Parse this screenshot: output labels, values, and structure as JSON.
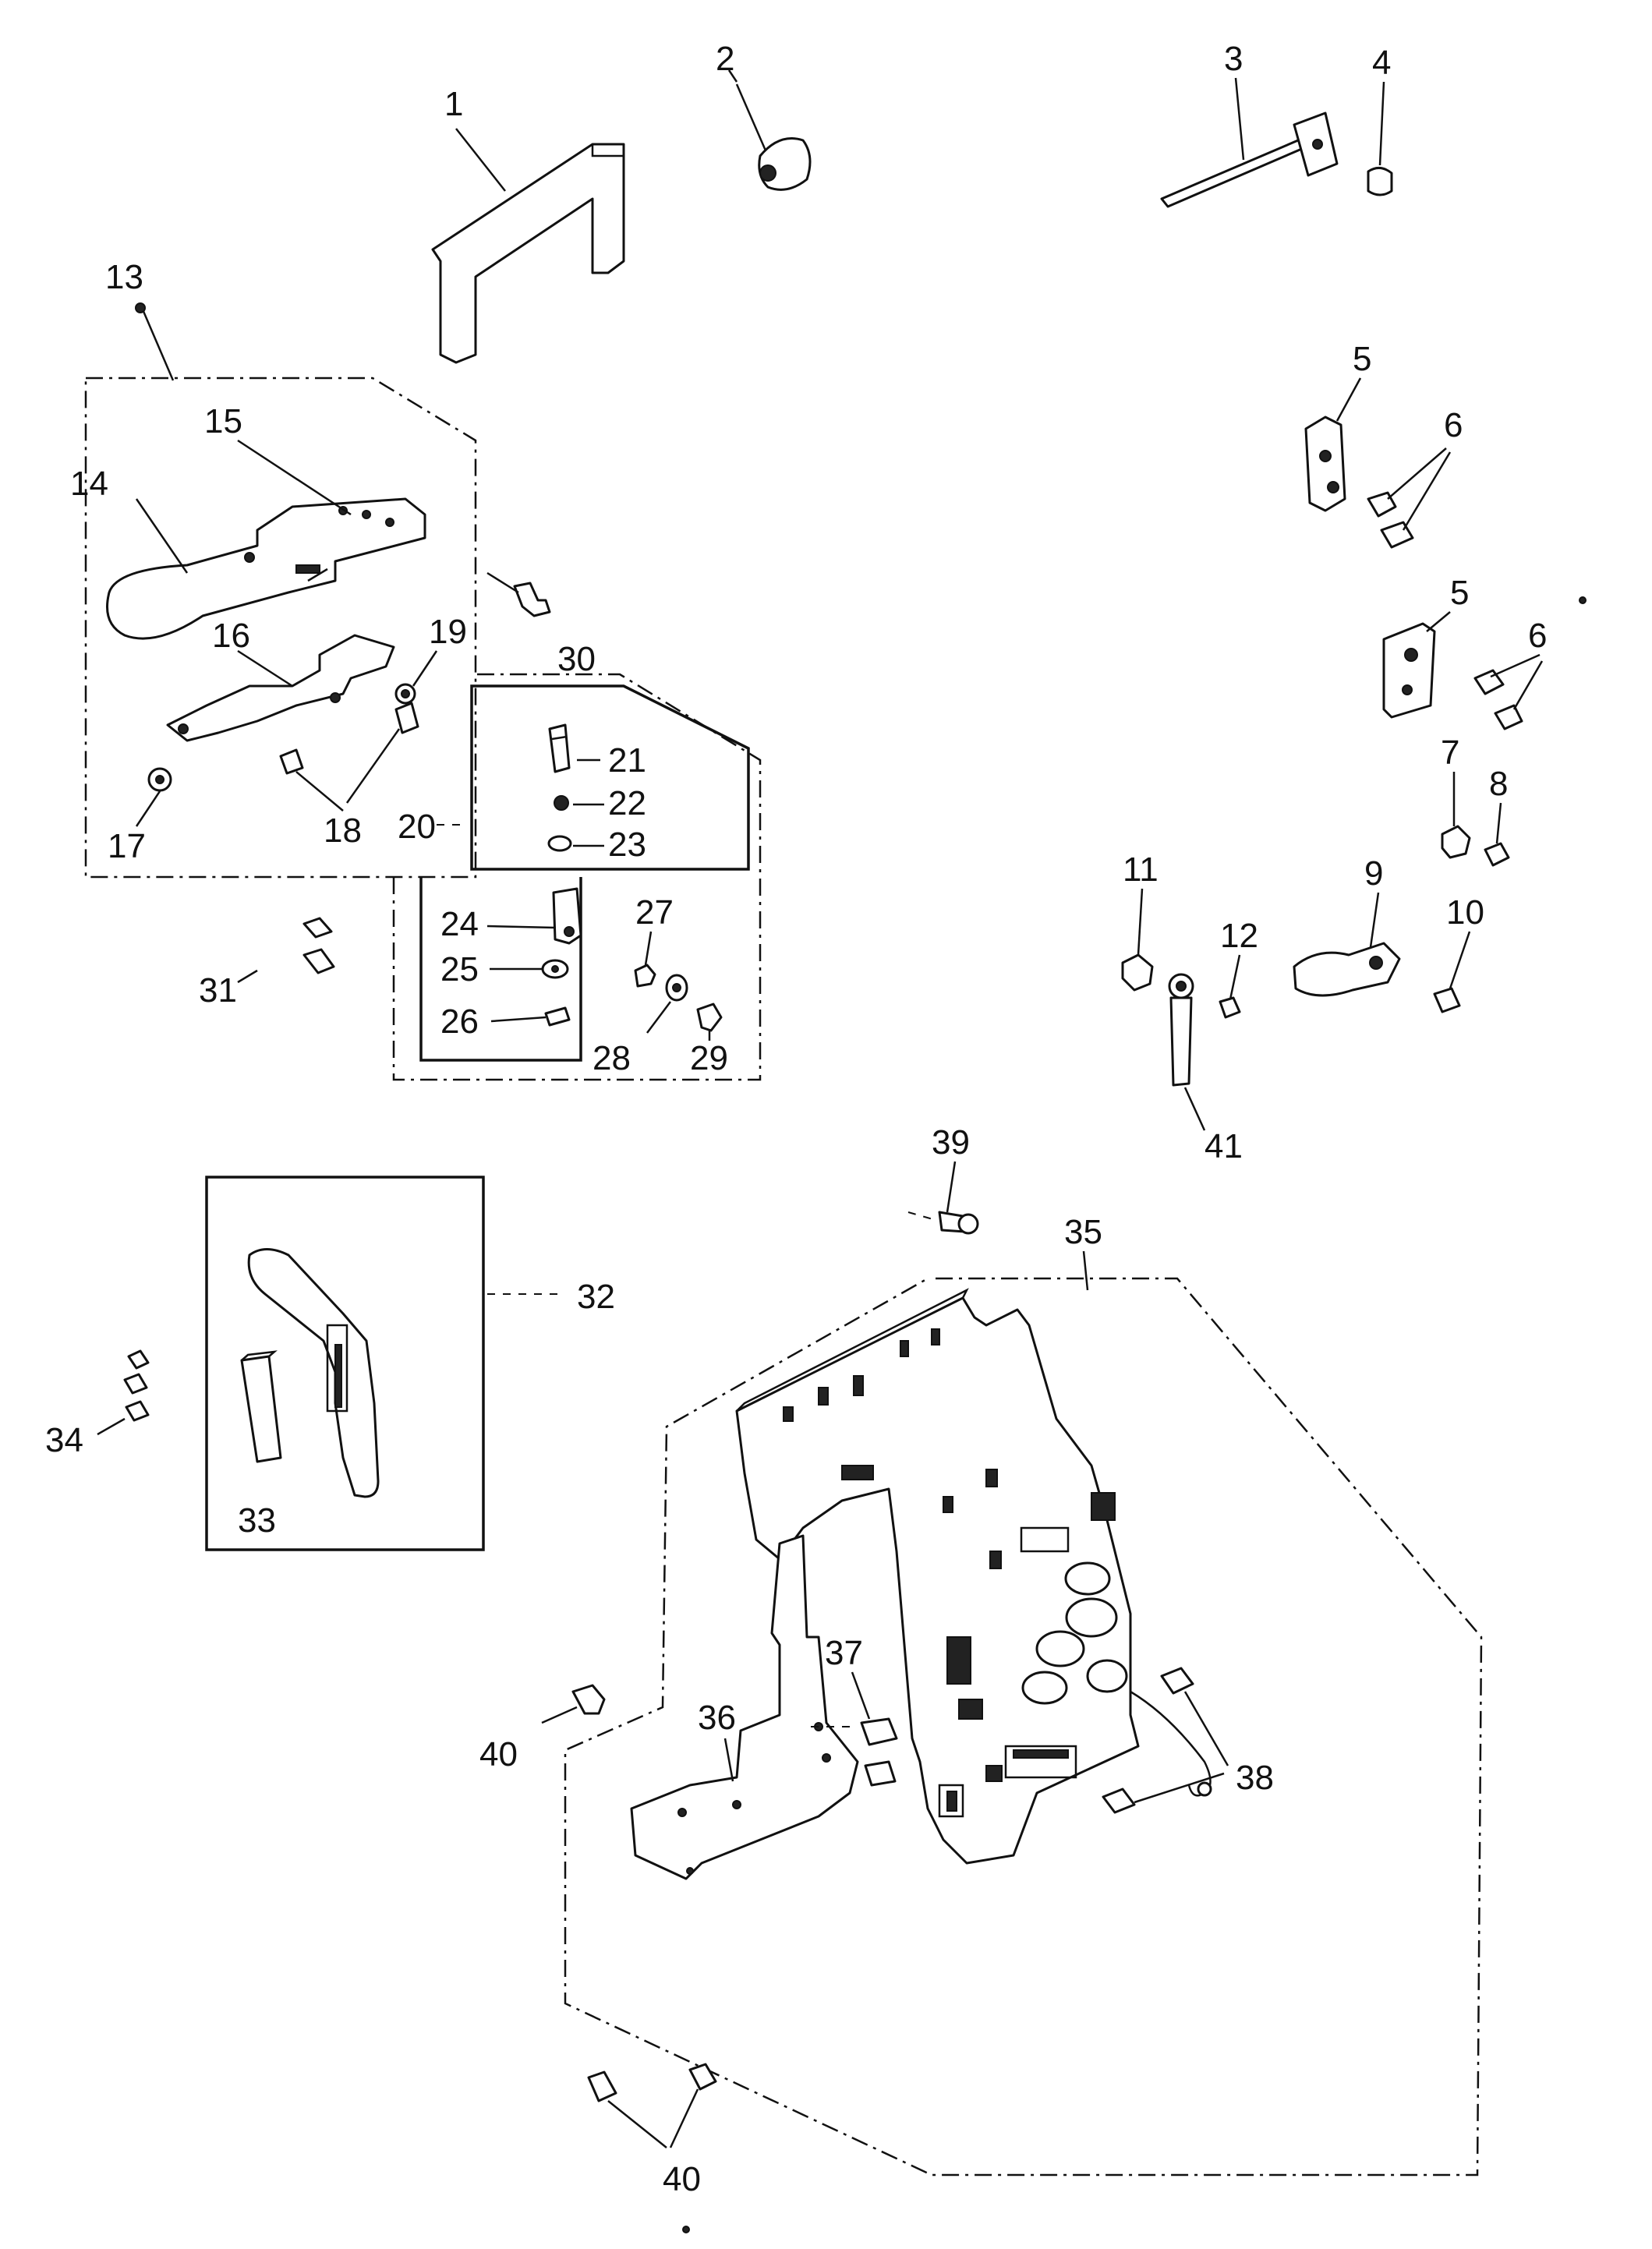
{
  "diagram": {
    "part_numbers": [
      {
        "id": "1",
        "label": "1"
      },
      {
        "id": "2",
        "label": "2"
      },
      {
        "id": "3",
        "label": "3"
      },
      {
        "id": "4",
        "label": "4"
      },
      {
        "id": "5a",
        "label": "5"
      },
      {
        "id": "6a",
        "label": "6"
      },
      {
        "id": "5b",
        "label": "5"
      },
      {
        "id": "6b",
        "label": "6"
      },
      {
        "id": "7",
        "label": "7"
      },
      {
        "id": "8",
        "label": "8"
      },
      {
        "id": "9",
        "label": "9"
      },
      {
        "id": "10",
        "label": "10"
      },
      {
        "id": "11",
        "label": "11"
      },
      {
        "id": "12",
        "label": "12"
      },
      {
        "id": "13",
        "label": "13"
      },
      {
        "id": "14",
        "label": "14"
      },
      {
        "id": "15",
        "label": "15"
      },
      {
        "id": "16",
        "label": "16"
      },
      {
        "id": "17",
        "label": "17"
      },
      {
        "id": "18",
        "label": "18"
      },
      {
        "id": "19",
        "label": "19"
      },
      {
        "id": "20",
        "label": "20"
      },
      {
        "id": "21",
        "label": "21"
      },
      {
        "id": "22",
        "label": "22"
      },
      {
        "id": "23",
        "label": "23"
      },
      {
        "id": "24",
        "label": "24"
      },
      {
        "id": "25",
        "label": "25"
      },
      {
        "id": "26",
        "label": "26"
      },
      {
        "id": "27",
        "label": "27"
      },
      {
        "id": "28",
        "label": "28"
      },
      {
        "id": "29",
        "label": "29"
      },
      {
        "id": "30",
        "label": "30"
      },
      {
        "id": "31",
        "label": "31"
      },
      {
        "id": "32",
        "label": "32"
      },
      {
        "id": "33",
        "label": "33"
      },
      {
        "id": "34",
        "label": "34"
      },
      {
        "id": "35",
        "label": "35"
      },
      {
        "id": "36",
        "label": "36"
      },
      {
        "id": "37",
        "label": "37"
      },
      {
        "id": "38",
        "label": "38"
      },
      {
        "id": "39",
        "label": "39"
      },
      {
        "id": "40a",
        "label": "40"
      },
      {
        "id": "40b",
        "label": "40"
      },
      {
        "id": "41",
        "label": "41"
      }
    ]
  }
}
